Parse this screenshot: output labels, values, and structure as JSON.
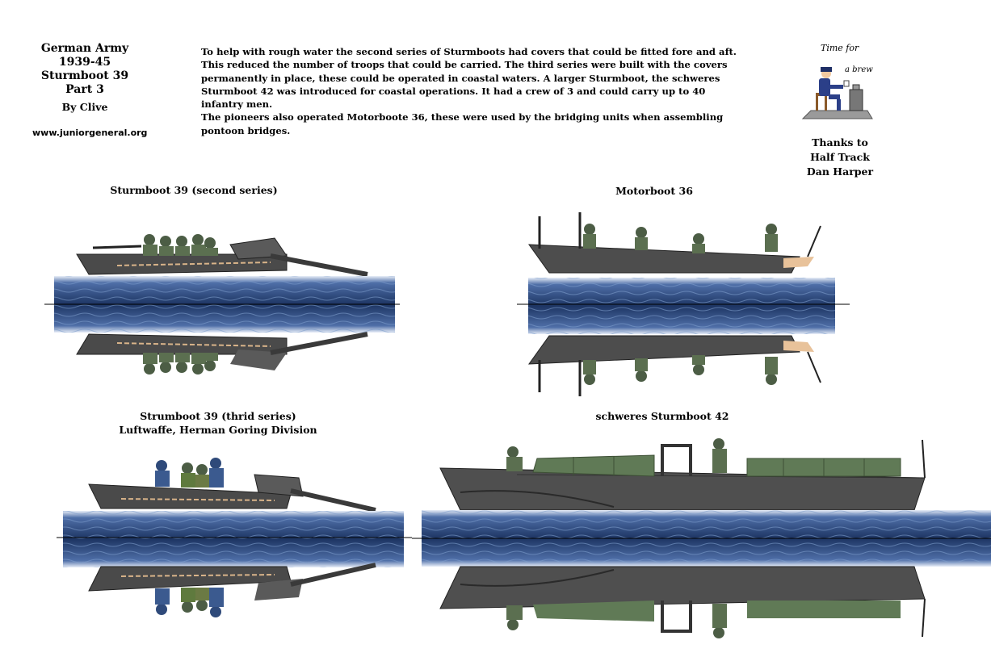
{
  "header": {
    "title_lines": [
      "German Army",
      "1939-45",
      "Sturmboot 39",
      "Part 3"
    ],
    "author": "By Clive",
    "website": "www.juniorgeneral.org"
  },
  "description": {
    "paragraph1": "To help with rough water the second series of Sturmboots had covers that could be fitted fore and aft. This reduced the number of troops that could be carried. The third series were built with the covers permanently in place, these could be operated in coastal waters. A larger Sturmboot, the schweres Sturmboot 42 was introduced for coastal operations. It had a crew of 3 and could carry up to 40 infantry men.",
    "paragraph2": "The pioneers also operated  Motorboote 36, these were used by the bridging units when assembling  pontoon bridges."
  },
  "brew": {
    "line1": "Time for",
    "line2": "a brew"
  },
  "thanks": {
    "heading": "Thanks to",
    "names": [
      "Half Track",
      "Dan Harper"
    ]
  },
  "figures": [
    {
      "label_lines": [
        "Sturmboot 39 (second series)"
      ]
    },
    {
      "label_lines": [
        "Motorboot 36"
      ]
    },
    {
      "label_lines": [
        "Strumboot 39 (thrid series)",
        "Luftwaffe, Herman Goring Division"
      ]
    },
    {
      "label_lines": [
        "schweres Sturmboot 42"
      ]
    }
  ],
  "colors": {
    "hull": "#505050",
    "hull_dark": "#3c3c3c",
    "water": "#1f3a66",
    "water_light": "#6f8fbf",
    "uniform": "#556a4c",
    "canvas_cover": "#607a56",
    "luftwaffe_blue": "#2f4a7a"
  }
}
